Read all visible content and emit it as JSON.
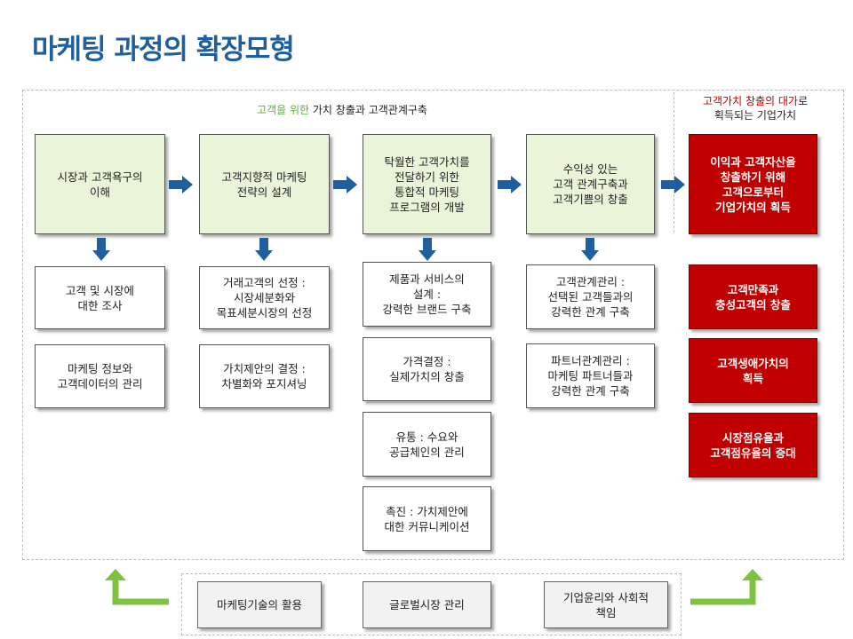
{
  "title": "마케팅 과정의 확장모형",
  "header_main": {
    "green": "고객을 위한 ",
    "black": "가치 창출과 고객관계구축"
  },
  "header_right": {
    "red": "고객가치 창출의 대가",
    "black1": "로",
    "line2": "획득되는 기업가치"
  },
  "process_steps": [
    "시장과 고객욕구의\n이해",
    "고객지향적 마케팅\n전략의 설계",
    "탁월한 고객가치를\n전달하기 위한\n통합적 마케팅\n프로그램의 개발",
    "수익성 있는\n고객 관계구축과\n고객기쁨의 창출",
    "이익과 고객자산을\n창출하기 위해\n고객으로부터\n기업가치의 획득"
  ],
  "column1": [
    "고객 및 시장에\n대한 조사",
    "마케팅 정보와\n고객데이터의 관리"
  ],
  "column2": [
    "거래고객의 선정 :\n시장세분화와\n목표세분시장의 선정",
    "가치제안의 결정 :\n차별화와 포지셔닝"
  ],
  "column3": [
    "제품과 서비스의\n설계 :\n강력한 브랜드 구축",
    "가격결정 :\n실제가치의 창출",
    "유통 : 수요와\n공급체인의 관리",
    "촉진 : 가치제안에\n대한 커뮤니케이션"
  ],
  "column4": [
    "고객관계관리 :\n선택된 고객들과의\n강력한 관계 구축",
    "파트너관계관리 :\n마케팅 파트너들과\n강력한 관계 구축"
  ],
  "column5": [
    "고객만족과\n충성고객의 창출",
    "고객생애가치의\n획득",
    "시장점유율과\n고객점유율의 증대"
  ],
  "bottom": [
    "마케팅기술의 활용",
    "글로벌시장 관리",
    "기업윤리와 사회적\n책임"
  ],
  "colors": {
    "title": "#1f5f9e",
    "green_box": "#e8f5d9",
    "red_box": "#c00000",
    "arrow_blue": "#1f5f9e",
    "arrow_green": "#7dc242"
  }
}
